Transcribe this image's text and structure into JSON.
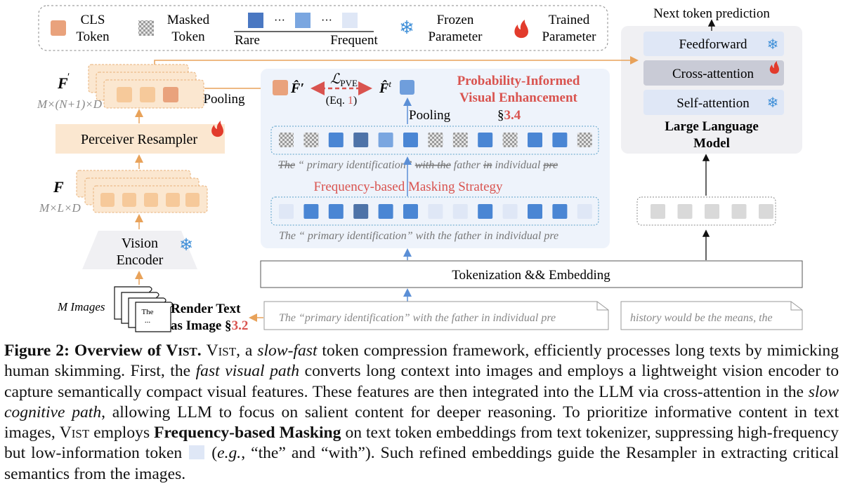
{
  "legend": {
    "cls_line1": "CLS",
    "cls_line2": "Token",
    "masked_line1": "Masked",
    "masked_line2": "Token",
    "ellipsis": "···",
    "rare": "Rare",
    "frequent": "Frequent",
    "frozen_line1": "Frozen",
    "frozen_line2": "Parameter",
    "trained_line1": "Trained",
    "trained_line2": "Parameter"
  },
  "left_path": {
    "f_prime": "F",
    "f_prime_sup": "′",
    "f_prime_dims": "M×(N+1)×D",
    "pooling": "Pooling",
    "perceiver": "Perceiver Resampler",
    "f": "F",
    "f_dims": "M×L×D",
    "vision_line1": "Vision",
    "vision_line2": "Encoder",
    "m_images": "M  Images",
    "page_text": "The",
    "page_dots": "...",
    "render_line1": "Render Text",
    "render_line2": "as Image §",
    "render_ref": "3.2"
  },
  "pve": {
    "f_hat_prime": "F̂′",
    "loss": "ℒ",
    "loss_sub": "PVE",
    "eq_pre": "(Eq. ",
    "eq_num": "1",
    "eq_post": ")",
    "f_hat_t": "F̂",
    "f_hat_t_sup": "t",
    "title_line1": "Probability-Informed",
    "title_line2": "Visual Enhancement",
    "section_pre": "§",
    "section_num": "3.4",
    "pooling": "Pooling",
    "masked_sentence_1": "The",
    "masked_sentence_2": " “ primary identification” ",
    "masked_sentence_3": "with the",
    "masked_sentence_4": " father ",
    "masked_sentence_5": "in",
    "masked_sentence_6": " individual ",
    "masked_sentence_7": "pre",
    "masking_strategy": "Frequency-based Masking Strategy",
    "full_sentence": "The “ primary identification” with the father in individual pre",
    "tokenization": "Tokenization && Embedding",
    "input_text": "The “primary identification” with the father in individual pre",
    "input_text_right": "history would be the means, the"
  },
  "llm": {
    "next_token": "Next token prediction",
    "feedforward": "Feedforward",
    "cross_attention": "Cross-attention",
    "self_attention": "Self-attention",
    "title_line1": "Large Language",
    "title_line2": "Model"
  },
  "caption": {
    "fig_label": "Figure 2: ",
    "bold_title_pre": "Overview of ",
    "vist": "Vist",
    "bold_title_post": ".",
    "s1": " ",
    "vist2": "Vist",
    "s2": ", a ",
    "slow_fast": "slow-fast",
    "s3": " token compression framework, efficiently processes long texts by mimicking human skimming. First, the ",
    "fast_visual_path": "fast visual path",
    "s4": " converts long context into images and employs a lightweight vision encoder to capture semantically compact visual features. These features are then integrated into the LLM via cross-attention in the ",
    "slow_cognitive_path": "slow cognitive path",
    "s5": ", allowing LLM to focus on salient content for deeper reasoning. To prioritize informative content in text images, ",
    "vist3": "Vist",
    "s6": " employs ",
    "fbm": "Frequency-based Masking",
    "s7": " on text token embeddings from text tokenizer, suppressing high-frequency but low-information token ",
    "s8": " (",
    "eg": "e.g.",
    "s9": ", “the” and “with”). Such refined embeddings guide the Resampler in extracting critical semantics from the images."
  },
  "colors": {
    "accent_red": "#d9534f",
    "cls_orange": "#e9a27c",
    "feature_fill": "#f6c99a",
    "blue_dark": "#4a78c2",
    "blue_mid": "#6f9edc",
    "blue_light": "#dfe7f6",
    "panel_blue": "#eef3fb",
    "llm_gray": "#f0f0f3"
  },
  "token_rows": {
    "masked_row": [
      "masked",
      "masked",
      "mid",
      "dark",
      "light2",
      "mid",
      "masked",
      "masked",
      "mid",
      "masked",
      "mid",
      "mid",
      "masked"
    ],
    "full_row": [
      "pale",
      "mid",
      "mid",
      "dark",
      "mid",
      "mid",
      "pale",
      "pale",
      "mid",
      "pale",
      "mid",
      "mid",
      "pale"
    ]
  }
}
